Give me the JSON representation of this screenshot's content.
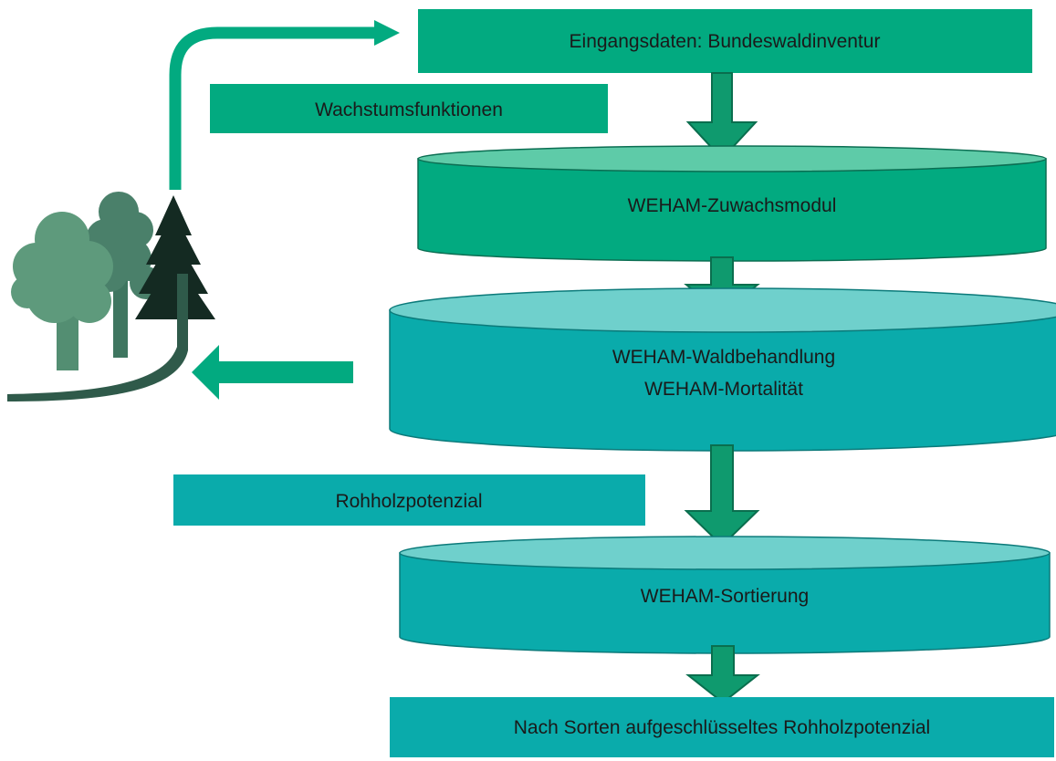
{
  "diagram": {
    "input_box": {
      "label": "Eingangsdaten: Bundeswaldinventur"
    },
    "growth_functions_box": {
      "label": "Wachstumsfunktionen"
    },
    "growth_module": {
      "label": "WEHAM-Zuwachsmodul"
    },
    "treatment_module": {
      "line1": "WEHAM-Waldbehandlung",
      "line2": "WEHAM-Mortalität"
    },
    "raw_wood_box": {
      "label": "Rohholzpotenzial"
    },
    "sorting_module": {
      "label": "WEHAM-Sortierung"
    },
    "output_box": {
      "label": "Nach Sorten aufgeschlüsseltes Rohholzpotenzial"
    },
    "icons": {
      "forest": "forest-trees-icon"
    },
    "colors": {
      "green": "#02AA80",
      "green_dark": "#0f8a6a",
      "green_top": "#5ecba8",
      "teal": "#0aabab",
      "teal_dark": "#0b8c8c",
      "teal_top": "#6fd0cc",
      "arrow": "#0f9a6e",
      "tree_light": "#5e9a7c",
      "tree_mid": "#4a806a",
      "tree_dark": "#142a22"
    }
  }
}
